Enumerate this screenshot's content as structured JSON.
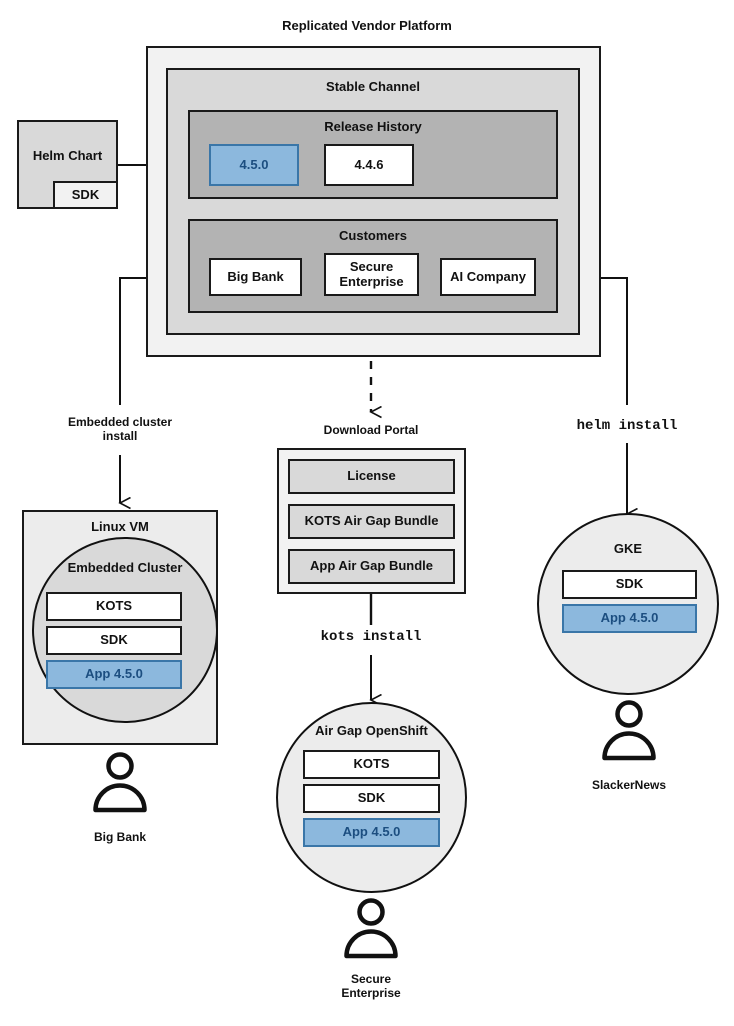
{
  "diagram": {
    "title": "Replicated Vendor Platform",
    "type": "architecture-flow"
  },
  "colors": {
    "accent_blue_fill": "#8cb8dd",
    "accent_blue_border": "#3a76a8",
    "accent_blue_text": "#1c4e80",
    "outline": "#1a1a1a",
    "platform_bg": "#f2f2f2",
    "channel_bg": "#d9d9d9",
    "inner_bg": "#b3b3b3",
    "white": "#ffffff"
  },
  "platform": {
    "title": "Replicated Vendor Platform",
    "channel": {
      "title": "Stable Channel",
      "release_history": {
        "title": "Release History",
        "releases": [
          {
            "version": "4.5.0",
            "highlighted": true
          },
          {
            "version": "4.4.6",
            "highlighted": false
          }
        ]
      },
      "customers": {
        "title": "Customers",
        "items": [
          {
            "name": "Big Bank"
          },
          {
            "name": "Secure Enterprise"
          },
          {
            "name": "AI Company"
          }
        ]
      }
    }
  },
  "source": {
    "helm_chart": {
      "label": "Helm Chart",
      "sdk_label": "SDK"
    }
  },
  "flows": [
    {
      "id": "embedded",
      "label": "Embedded cluster install",
      "label_line1": "Embedded cluster",
      "label_line2": "install",
      "mono": false
    },
    {
      "id": "kots",
      "label": "kots install",
      "mono": true
    },
    {
      "id": "helm",
      "label": "helm install",
      "mono": true
    }
  ],
  "download_portal": {
    "title": "Download Portal",
    "artifacts": [
      {
        "label": "License"
      },
      {
        "label": "KOTS Air Gap Bundle"
      },
      {
        "label": "App Air Gap Bundle"
      }
    ]
  },
  "targets": [
    {
      "id": "linux-vm",
      "outer_label": "Linux VM",
      "inner_label": "Embedded Cluster",
      "shape": "box-with-circle",
      "components": [
        {
          "label": "KOTS",
          "highlighted": false
        },
        {
          "label": "SDK",
          "highlighted": false
        },
        {
          "label": "App 4.5.0",
          "highlighted": true
        }
      ],
      "customer": "Big Bank",
      "customer_line1": "Big Bank",
      "customer_line2": ""
    },
    {
      "id": "airgap-openshift",
      "outer_label": "Air Gap OpenShift",
      "shape": "circle",
      "components": [
        {
          "label": "KOTS",
          "highlighted": false
        },
        {
          "label": "SDK",
          "highlighted": false
        },
        {
          "label": "App 4.5.0",
          "highlighted": true
        }
      ],
      "customer": "Secure Enterprise",
      "customer_line1": "Secure",
      "customer_line2": "Enterprise"
    },
    {
      "id": "gke",
      "outer_label": "GKE",
      "shape": "circle",
      "components": [
        {
          "label": "SDK",
          "highlighted": false
        },
        {
          "label": "App 4.5.0",
          "highlighted": true
        }
      ],
      "customer": "SlackerNews",
      "customer_line1": "SlackerNews",
      "customer_line2": ""
    }
  ]
}
